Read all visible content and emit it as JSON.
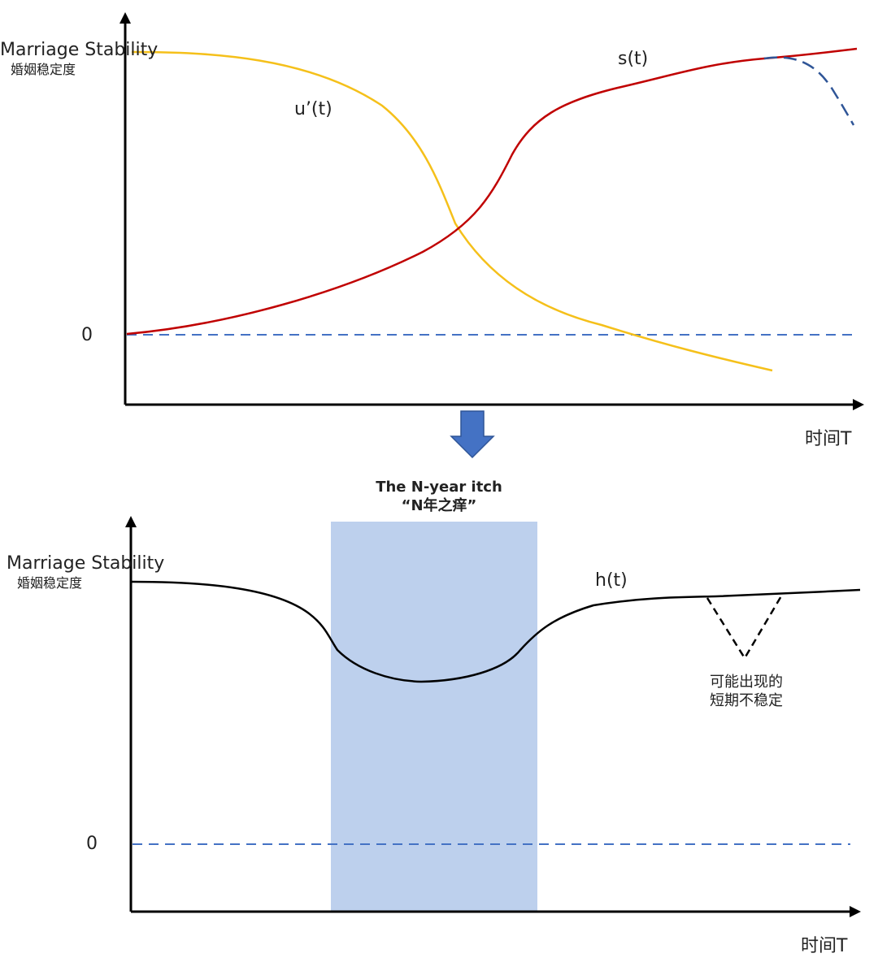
{
  "top_chart": {
    "ylabel_en": "Marriage Stability",
    "ylabel_zh": "婚姻稳定度",
    "xlabel": "时间T",
    "zero_label": "0",
    "series": [
      {
        "name": "s(t)",
        "color": "#c00000"
      },
      {
        "name": "u’(t)",
        "color": "#f5c01a"
      }
    ],
    "dashed_extension_color": "#2f5597",
    "baseline_color": "#4472c4"
  },
  "transition_arrow": {
    "color": "#4472c4",
    "icon": "down-arrow-icon"
  },
  "bottom_chart": {
    "ylabel_en": "Marriage Stability",
    "ylabel_zh": "婚姻稳定度",
    "xlabel": "时间T",
    "zero_label": "0",
    "series": [
      {
        "name": "h(t)",
        "color": "#000000"
      }
    ],
    "itch_band": {
      "title_en": "The N-year itch",
      "title_zh": "“N年之痒”",
      "color": "#bdd0ed"
    },
    "instability_note_line1": "可能出现的",
    "instability_note_line2": "短期不稳定",
    "baseline_color": "#4472c4"
  }
}
